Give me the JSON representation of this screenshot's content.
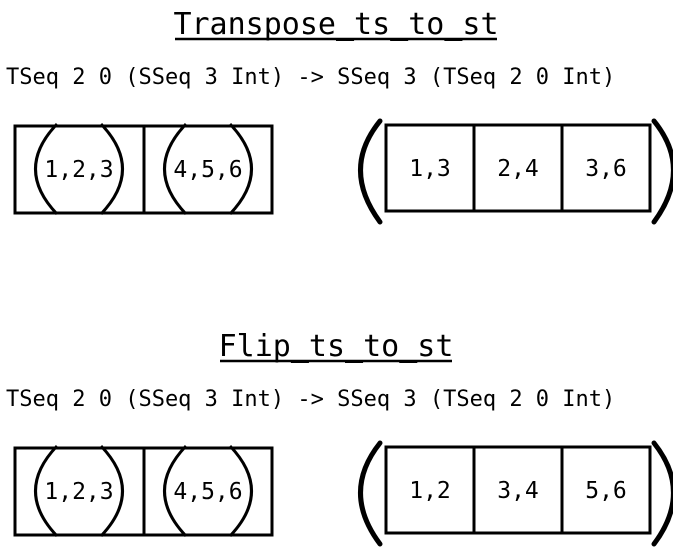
{
  "sections": [
    {
      "title": "Transpose_ts_to_st",
      "signature": "TSeq 2 0 (SSeq 3 Int) -> SSeq 3 (TSeq 2 0 Int)",
      "input_cells": [
        "1,2,3",
        "4,5,6"
      ],
      "output_cells": [
        "1,3",
        "2,4",
        "3,6"
      ]
    },
    {
      "title": "Flip_ts_to_st",
      "signature": "TSeq 2 0 (SSeq 3 Int) -> SSeq 3 (TSeq 2 0 Int)",
      "input_cells": [
        "1,2,3",
        "4,5,6"
      ],
      "output_cells": [
        "1,2",
        "3,4",
        "5,6"
      ]
    }
  ],
  "colors": {
    "ink": "#000000",
    "background": "#ffffff"
  }
}
